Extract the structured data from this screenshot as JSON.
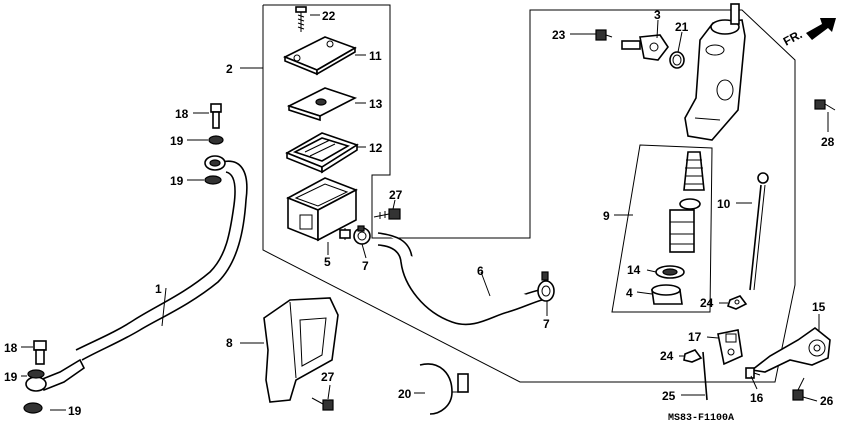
{
  "diagram": {
    "code": "MS83-F1100A",
    "direction_label": "FR.",
    "callouts": {
      "c1": "1",
      "c2": "2",
      "c3": "3",
      "c4": "4",
      "c5": "5",
      "c6": "6",
      "c7a": "7",
      "c7b": "7",
      "c8": "8",
      "c9": "9",
      "c10": "10",
      "c11": "11",
      "c12": "12",
      "c13": "13",
      "c14": "14",
      "c15": "15",
      "c16": "16",
      "c17": "17",
      "c18a": "18",
      "c18b": "18",
      "c19a": "19",
      "c19b": "19",
      "c19c": "19",
      "c19d": "19",
      "c20": "20",
      "c21": "21",
      "c22": "22",
      "c23": "23",
      "c24a": "24",
      "c24b": "24",
      "c25": "25",
      "c26": "26",
      "c27a": "27",
      "c27b": "27",
      "c28": "28"
    }
  }
}
